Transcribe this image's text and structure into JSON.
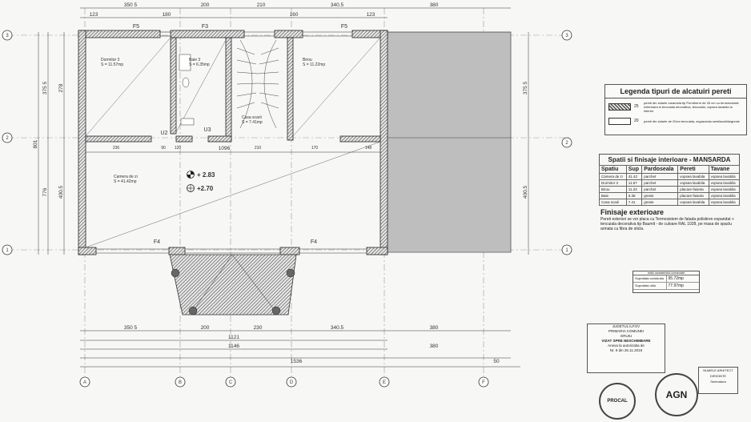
{
  "dims_top": [
    "350 5",
    "200",
    "210",
    "340.5",
    "380"
  ],
  "dims_top_inner": [
    "123",
    "180",
    "160",
    "123"
  ],
  "dims_bottom_row1": [
    "350 5",
    "200",
    "230",
    "340.5",
    "380"
  ],
  "dims_bottom_total1": "1121",
  "dims_bottom_total2": "1146",
  "dims_bottom_380a": "380",
  "dims_bottom_total3": "1536",
  "dims_bottom_50": "50",
  "dims_left": [
    "375 5",
    "400.5"
  ],
  "dims_left_sub": [
    "278",
    "776",
    "801"
  ],
  "dims_right": [
    "375 5",
    "400.5"
  ],
  "dims_inner_row": [
    "236",
    "90",
    "120",
    "210",
    "170",
    "148"
  ],
  "dim_1096": "1096",
  "axis_cols": [
    "A",
    "B",
    "C",
    "D",
    "E",
    "F"
  ],
  "axis_rows": [
    "3",
    "2",
    "1"
  ],
  "window_labels": [
    "F5",
    "F3",
    "F5",
    "F4",
    "F4"
  ],
  "door_labels": [
    "U2",
    "U3"
  ],
  "rooms": [
    {
      "name": "Dormitor 3",
      "area": "S = 11.57mp"
    },
    {
      "name": "Baie 3",
      "area": "S = 6.35mp"
    },
    {
      "name": "Casa scarii",
      "area": "S = 7.41mp"
    },
    {
      "name": "Birou",
      "area": "S = 11.22mp"
    },
    {
      "name": "Camera de zi",
      "area": "S = 41.42mp"
    }
  ],
  "levels": [
    "+ 2.83",
    "+2.70"
  ],
  "legend": {
    "title": "Legenda tipuri de alcatuiri pereti",
    "rows": [
      {
        "code": "25",
        "text": "pereti din zidarie caramida tip Porotherm de 25 cm cu termoizolatie exterioara si tencuiala decorativa, tencuiala, vopsea lavabila la interior"
      },
      {
        "code": "20",
        "text": "pereti din zidarie de 20cm tencuiala, zugraveala semilavabila/gresie"
      }
    ]
  },
  "finishes": {
    "title": "Spatii si finisaje interioare - MANSARDA",
    "headers": [
      "Spatiu",
      "Sup",
      "Pardoseala",
      "Pereti",
      "Tavane"
    ],
    "rows": [
      [
        "Camera de zi",
        "41.42",
        "parchet",
        "vopsea lavabila",
        "vopsea lavabila"
      ],
      [
        "Dormitor 3",
        "11.57",
        "parchet",
        "vopsea lavabila",
        "vopsea lavabila"
      ],
      [
        "Birou",
        "11.22",
        "parchet",
        "placare faianta",
        "vopsea lavabila"
      ],
      [
        "Baie",
        "6.35",
        "gresie",
        "placare faianta",
        "vopsea lavabila"
      ],
      [
        "Casa scarii",
        "7.41",
        "gresie",
        "vopsea lavabila",
        "vopsea lavabila"
      ]
    ],
    "ext_title": "Finisaje exterioare",
    "ext_text": "Pereti exteriori se vor placa cu Termosistem de fatada polistiren expandat + tencuiala decorativa tip Baumit - de culoare RAL 1028, pe masa de spaclu armata cu fibra de sticla."
  },
  "areas": {
    "header": "Indici caracteristici constructie",
    "rows": [
      {
        "label": "Suprafata construita",
        "value": "95.72mp"
      },
      {
        "label": "Suprafata utila",
        "value": "77.97mp"
      }
    ]
  },
  "stamp": {
    "line1": "JUDETUL ILFOV",
    "line2": "PRIMARIA COMUNEI",
    "line3": "GRUIU",
    "line4": "VIZAT SPRE NESCHIMBARE",
    "line5": "Anexa la autorizatia de",
    "line6": "Nr. 9 din 26.11.2019"
  },
  "signature_box": [
    "NUMELE ARHITECT",
    "DIRIGINTE",
    "Semnatura"
  ],
  "seal_main": "AGN",
  "seal_small": "PROCAL"
}
